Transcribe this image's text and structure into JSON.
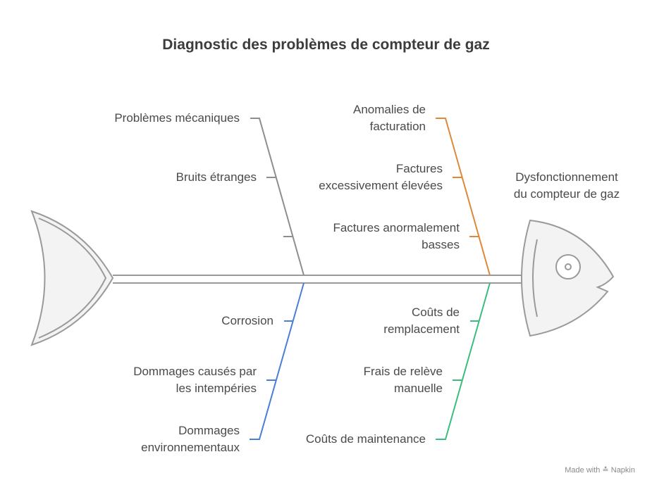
{
  "title": "Diagnostic des problèmes de compteur de gaz",
  "effect": {
    "line1": "Dysfonctionnement",
    "line2": "du compteur de gaz"
  },
  "categories": {
    "mechanical": {
      "color": "#8e8e8e",
      "head": "Problèmes mécaniques",
      "causes": [
        "Bruits étranges",
        ""
      ]
    },
    "billing": {
      "color": "#e0883a",
      "head": [
        "Anomalies de",
        "facturation"
      ],
      "causes": [
        [
          "Factures",
          "excessivement élevées"
        ],
        [
          "Factures anormalement",
          "basses"
        ]
      ]
    },
    "environment": {
      "color": "#4a7fd4",
      "causes": [
        [
          "Corrosion"
        ],
        [
          "Dommages causés par",
          "les intempéries"
        ]
      ],
      "head": [
        "Dommages",
        "environnementaux"
      ]
    },
    "costs": {
      "color": "#3dbd7d",
      "causes": [
        [
          "Coûts de",
          "remplacement"
        ],
        [
          "Frais de relève",
          "manuelle"
        ]
      ],
      "head": "Coûts de maintenance"
    }
  },
  "footer": {
    "made_with": "Made with",
    "brand": "Napkin"
  }
}
